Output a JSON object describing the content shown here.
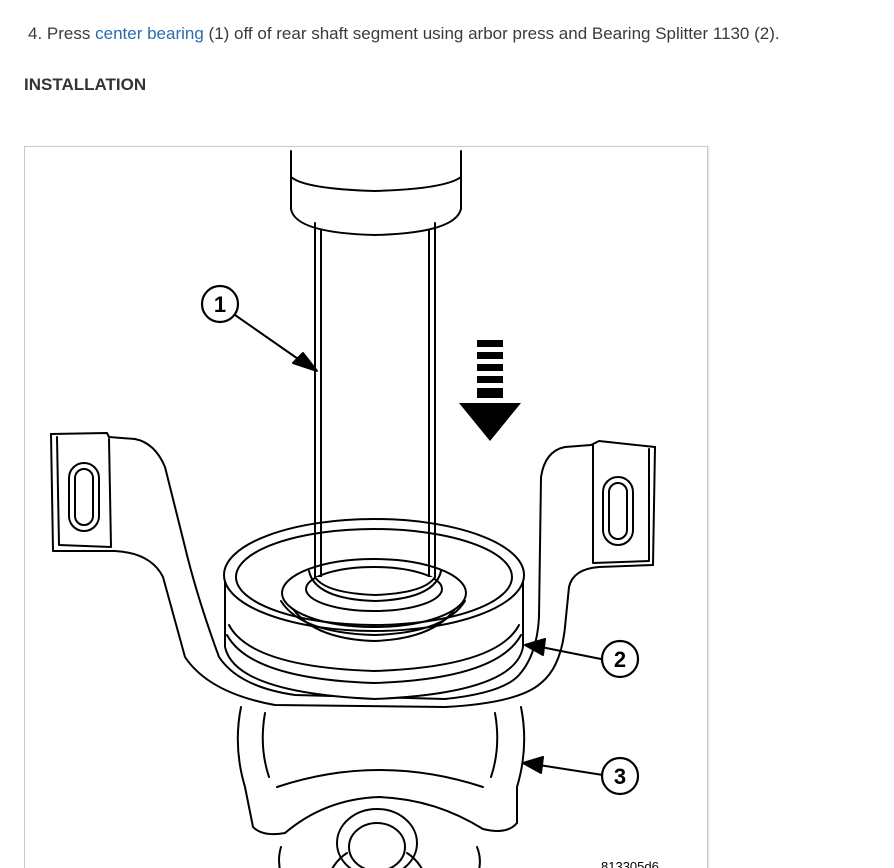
{
  "step": {
    "number": "4.",
    "before": "Press",
    "link_text": "center bearing",
    "after": "(1) off of rear shaft segment using arbor press and Bearing Splitter 1130 (2)."
  },
  "section": {
    "heading": "INSTALLATION"
  },
  "figure": {
    "callouts": [
      "1",
      "2",
      "3"
    ],
    "figure_id": "813305d6",
    "icons": [
      "press-direction-arrow-icon"
    ],
    "colors": {
      "link": "#2a6db0",
      "ink": "#000000",
      "border": "#c8c8c8"
    }
  }
}
